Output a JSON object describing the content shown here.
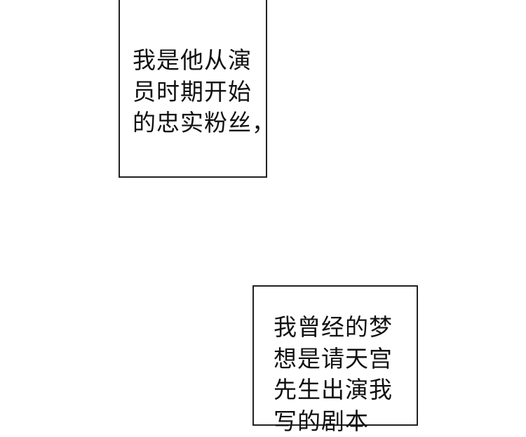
{
  "caption_1": {
    "lines": [
      "我是他从演",
      "员时期开始",
      "的忠实粉丝，"
    ]
  },
  "caption_2": {
    "lines": [
      "我曾经的梦",
      "想是请天宫",
      "先生出演我",
      "写的剧本"
    ]
  }
}
